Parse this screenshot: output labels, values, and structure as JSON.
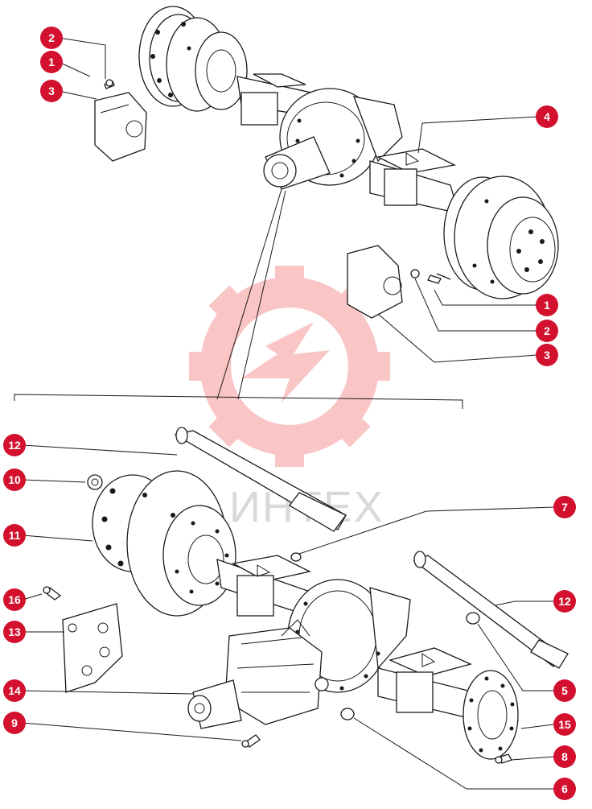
{
  "watermark": {
    "text": "ИНТЕХ",
    "color": "#f25b5b"
  },
  "callout_color": "#d3102e",
  "callouts": [
    {
      "id": "top-2",
      "label": "2"
    },
    {
      "id": "top-1",
      "label": "1"
    },
    {
      "id": "top-3",
      "label": "3"
    },
    {
      "id": "top-4",
      "label": "4"
    },
    {
      "id": "right-1",
      "label": "1"
    },
    {
      "id": "right-2",
      "label": "2"
    },
    {
      "id": "right-3",
      "label": "3"
    },
    {
      "id": "c12a",
      "label": "12"
    },
    {
      "id": "c10",
      "label": "10"
    },
    {
      "id": "c11",
      "label": "11"
    },
    {
      "id": "c7",
      "label": "7"
    },
    {
      "id": "c16",
      "label": "16"
    },
    {
      "id": "c13",
      "label": "13"
    },
    {
      "id": "c12b",
      "label": "12"
    },
    {
      "id": "c14",
      "label": "14"
    },
    {
      "id": "c9",
      "label": "9"
    },
    {
      "id": "c5",
      "label": "5"
    },
    {
      "id": "c15",
      "label": "15"
    },
    {
      "id": "c8",
      "label": "8"
    },
    {
      "id": "c6",
      "label": "6"
    }
  ],
  "icons": {
    "watermark": "gear-logo-icon"
  }
}
